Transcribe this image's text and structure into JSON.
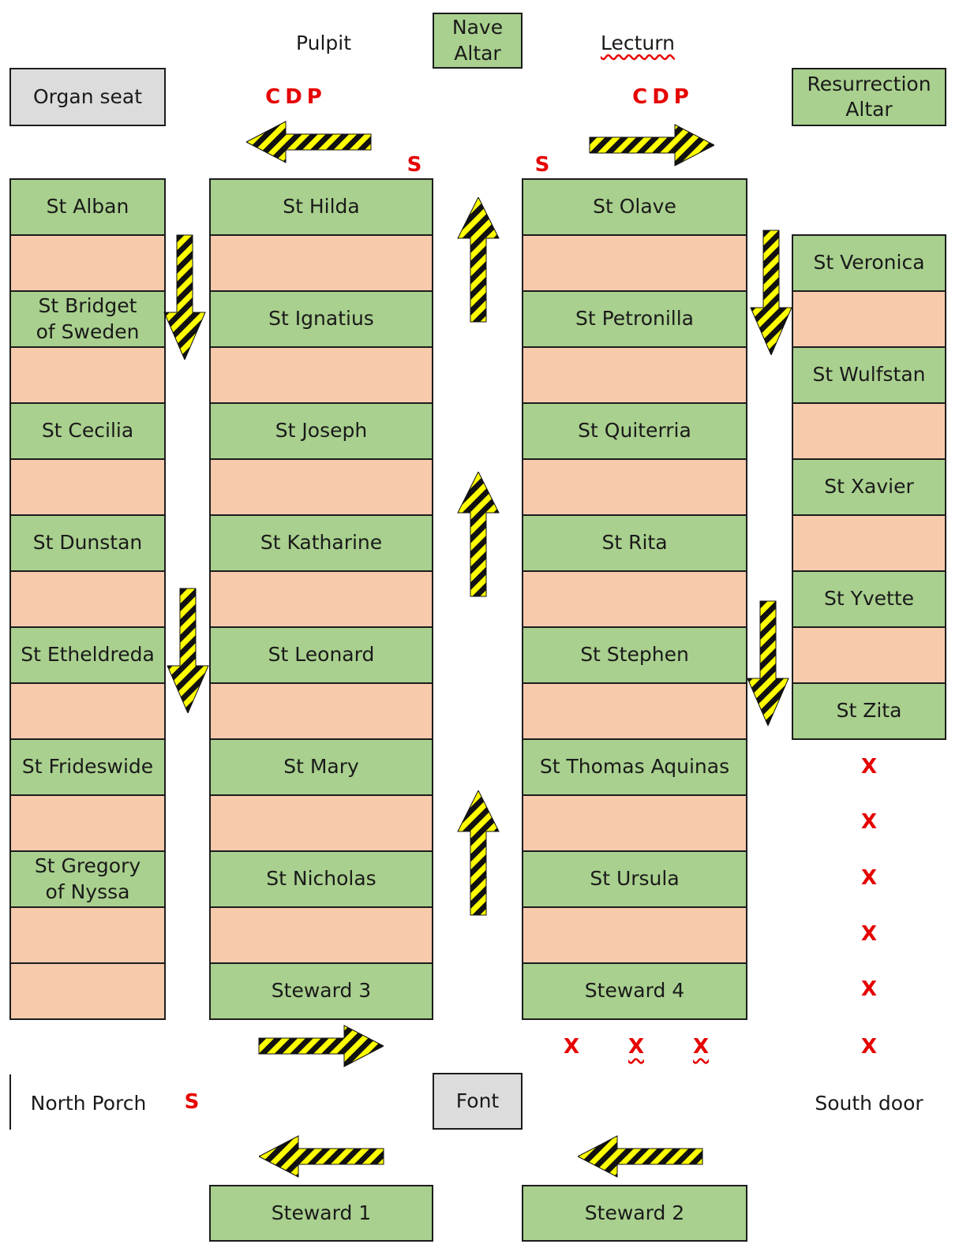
{
  "top": {
    "pulpit": "Pulpit",
    "nave_altar": "Nave\nAltar",
    "lecturn": "Lecturn",
    "organ_seat": "Organ seat",
    "resurrection_altar": "Resurrection\nAltar",
    "cdp_left": "CDP",
    "cdp_right": "CDP",
    "s_left": "S",
    "s_right": "S"
  },
  "columns": {
    "far_left": [
      "St Alban",
      "",
      "St Bridget\nof Sweden",
      "",
      "St Cecilia",
      "",
      "St Dunstan",
      "",
      "St Etheldreda",
      "",
      "St Frideswide",
      "",
      "St Gregory\nof Nyssa",
      "",
      ""
    ],
    "inner_left": [
      "St Hilda",
      "",
      "St Ignatius",
      "",
      "St Joseph",
      "",
      "St Katharine",
      "",
      "St Leonard",
      "",
      "St Mary",
      "",
      "St Nicholas",
      "",
      "Steward 3"
    ],
    "inner_right": [
      "St Olave",
      "",
      "St Petronilla",
      "",
      "St Quiterria",
      "",
      "St Rita",
      "",
      "St Stephen",
      "",
      "St Thomas Aquinas",
      "",
      "St Ursula",
      "",
      "Steward 4"
    ],
    "far_right": [
      "St Veronica",
      "",
      "St Wulfstan",
      "",
      "St Xavier",
      "",
      "St Yvette",
      "",
      "St Zita"
    ]
  },
  "x_marks": {
    "right_column": [
      "X",
      "X",
      "X",
      "X",
      "X",
      "X"
    ],
    "bottom_row": [
      "X",
      "X",
      "X"
    ]
  },
  "bottom": {
    "north_porch": "North Porch",
    "s_porch": "S",
    "font": "Font",
    "south_door": "South door",
    "steward_1": "Steward 1",
    "steward_2": "Steward 2"
  },
  "colors": {
    "pew_named": "#a9d08e",
    "pew_empty": "#f7caac",
    "fixture": "#dcdcdc",
    "marker": "#e60000",
    "hazard_yellow": "#ffff00",
    "hazard_black": "#111111"
  },
  "arrows": [
    {
      "direction": "left",
      "location": "below left CDP"
    },
    {
      "direction": "right",
      "location": "below right CDP"
    },
    {
      "direction": "up",
      "location": "central aisle"
    },
    {
      "direction": "up",
      "location": "central aisle"
    },
    {
      "direction": "up",
      "location": "central aisle"
    },
    {
      "direction": "down",
      "location": "left side aisle"
    },
    {
      "direction": "down",
      "location": "left side aisle"
    },
    {
      "direction": "down",
      "location": "right side aisle"
    },
    {
      "direction": "down",
      "location": "right side aisle"
    },
    {
      "direction": "right",
      "location": "below Steward 3"
    },
    {
      "direction": "left",
      "location": "above Steward 1"
    },
    {
      "direction": "left",
      "location": "above Steward 2"
    }
  ]
}
